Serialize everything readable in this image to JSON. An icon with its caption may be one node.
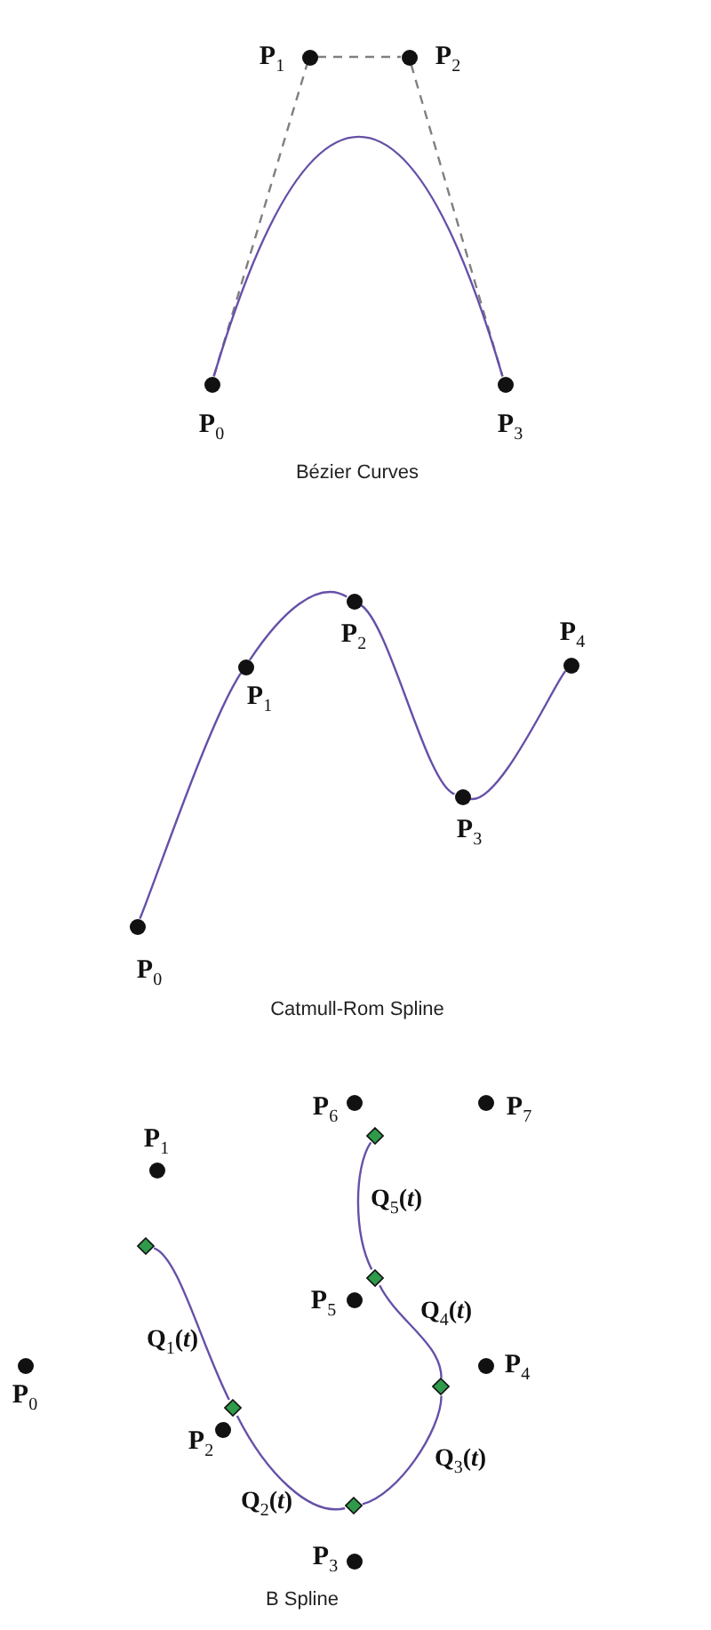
{
  "diagram": {
    "nodes": [
      {
        "text": [
          "P$_{0}$"
        ]
      },
      {
        "text": [
          "P$_{1}$"
        ]
      },
      {
        "text": [
          "P$_{2}$"
        ]
      },
      {
        "text": [
          "P$_{3}$"
        ]
      },
      {
        "text": [
          "P$_{0}$"
        ]
      },
      {
        "text": [
          "P$_{1}$"
        ]
      },
      {
        "text": [
          "P$_{2}$"
        ]
      },
      {
        "text": [
          "P$_{3}$"
        ]
      },
      {
        "text": [
          "P$_{4}$"
        ]
      },
      {
        "text": [
          "P$_{0}$"
        ]
      },
      {
        "text": [
          "P$_{1}$"
        ]
      },
      {
        "text": [
          "P$_{2}$"
        ]
      },
      {
        "text": [
          "P$_{3}$"
        ]
      },
      {
        "text": [
          "P$_{4}$"
        ]
      },
      {
        "text": [
          "P$_{5}$"
        ]
      },
      {
        "text": [
          "P$_{6}$"
        ]
      },
      {
        "text": [
          "P$_{7}$"
        ]
      },
      {
        "text": [],
        "shape": "diamond"
      },
      {
        "text": [],
        "shape": "diamond"
      },
      {
        "text": [],
        "shape": "diamond"
      },
      {
        "text": [],
        "shape": "diamond"
      },
      {
        "text": [],
        "shape": "diamond"
      },
      {
        "text": [],
        "shape": "diamond"
      }
    ],
    "edges": [
      {
        "from": 0,
        "to": 1,
        "arrow": "none",
        "style": "dashed",
        "color": "#808080"
      },
      {
        "from": 1,
        "to": 2,
        "arrow": "none",
        "style": "dashed",
        "color": "#808080"
      },
      {
        "from": 2,
        "to": 3,
        "arrow": "none",
        "style": "dashed",
        "color": "#808080"
      },
      {
        "from": 0,
        "to": 3,
        "arrow": "none"
      },
      {
        "from": 4,
        "to": 5,
        "arrow": "none"
      },
      {
        "from": 5,
        "to": 6,
        "arrow": "none"
      },
      {
        "from": 6,
        "to": 7,
        "arrow": "none"
      },
      {
        "from": 7,
        "to": 8,
        "arrow": "none"
      },
      {
        "from": 17,
        "to": 18,
        "arrow": "none",
        "label": "Q$_{1}$(*t*)"
      },
      {
        "from": 18,
        "to": 19,
        "arrow": "none",
        "label": "Q$_{2}$(*t*)"
      },
      {
        "from": 19,
        "to": 20,
        "arrow": "none",
        "label": "Q$_{3}$(*t*)"
      },
      {
        "from": 20,
        "to": 21,
        "arrow": "none",
        "label": "Q$_{4}$(*t*)"
      },
      {
        "from": 21,
        "to": 22,
        "arrow": "none",
        "label": "Q$_{5}$(*t*)"
      }
    ],
    "labels": [
      "Bézier Curves",
      "Catmull-Rom Spline",
      "B Spline"
    ]
  }
}
